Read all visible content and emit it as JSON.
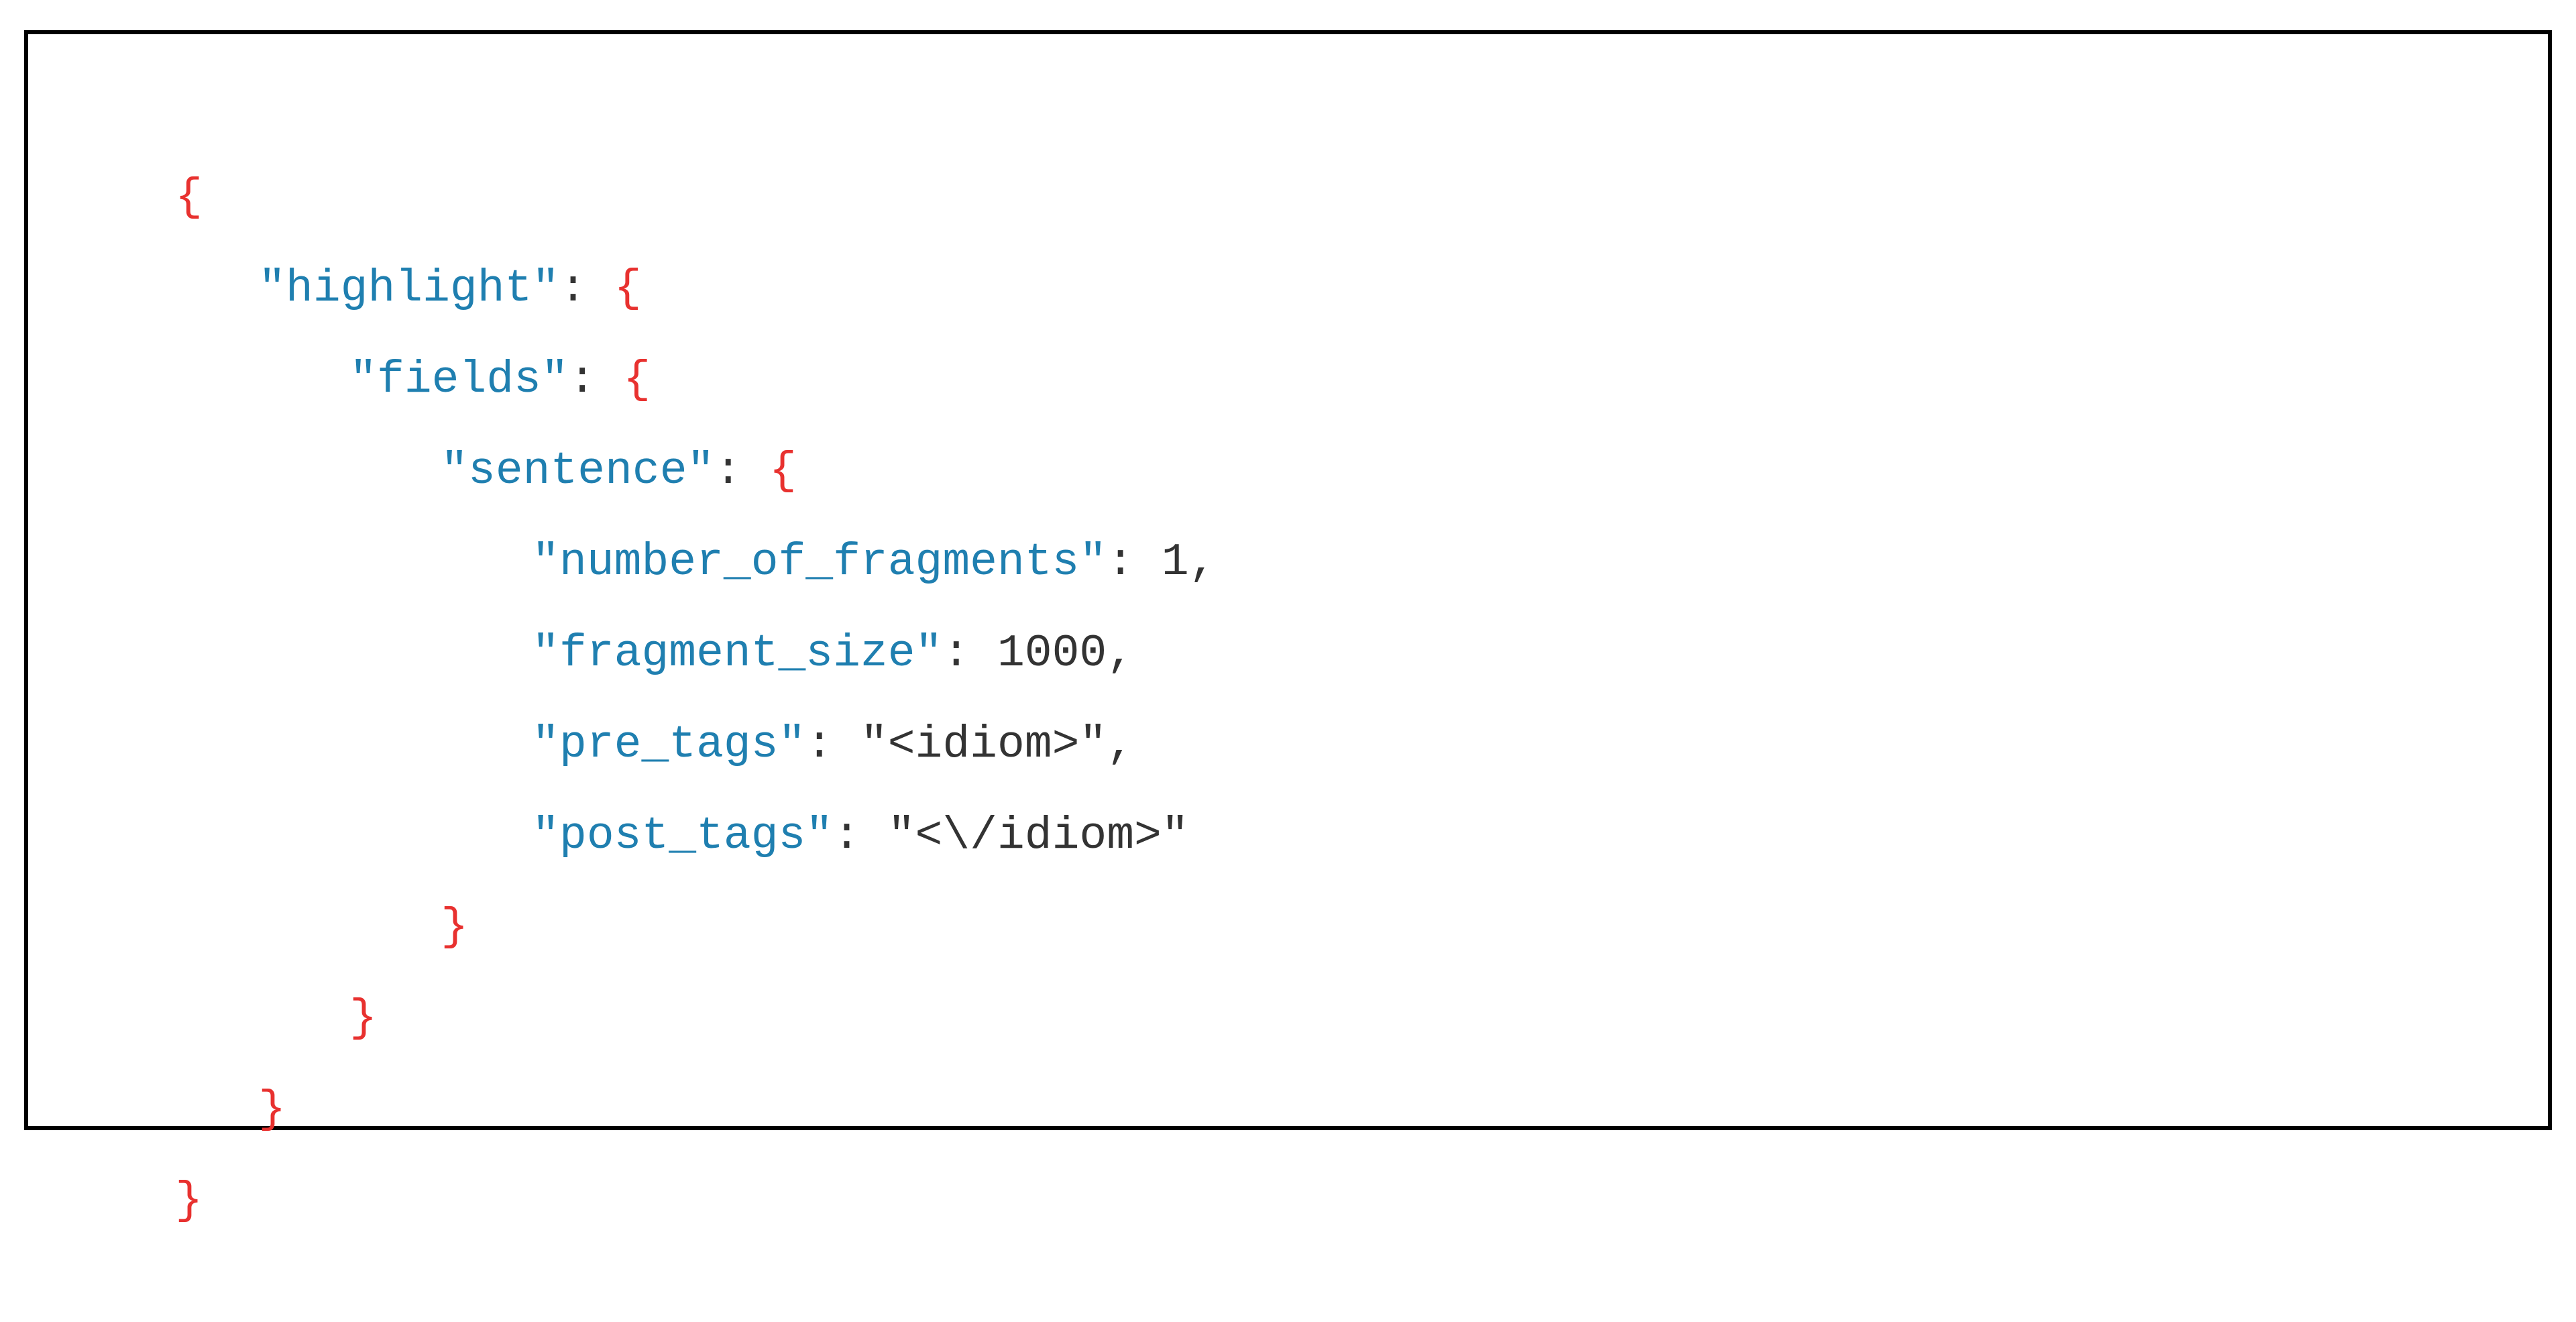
{
  "colors": {
    "brace": "#e8312f",
    "key": "#1f7fb0",
    "text": "#333333",
    "border": "#000000",
    "background": "#ffffff"
  },
  "code": {
    "open_root": "{",
    "highlight": {
      "key": "\"highlight\"",
      "sep": ": ",
      "open": "{"
    },
    "fields": {
      "key": "\"fields\"",
      "sep": ": ",
      "open": "{"
    },
    "sentence": {
      "key": "\"sentence\"",
      "sep": ": ",
      "open": "{"
    },
    "number_of_fragments": {
      "key": "\"number_of_fragments\"",
      "sep": ": ",
      "value": "1,",
      "value_number": 1
    },
    "fragment_size": {
      "key": "\"fragment_size\"",
      "sep": ": ",
      "value": "1000,",
      "value_number": 1000
    },
    "pre_tags": {
      "key": "\"pre_tags\"",
      "sep": ": ",
      "value": "\"<idiom>\","
    },
    "post_tags": {
      "key": "\"post_tags\"",
      "sep": ": ",
      "value": "\"<\\/idiom>\""
    },
    "close_sentence": "}",
    "close_fields": "}",
    "close_highlight": "}",
    "close_root": "}"
  }
}
